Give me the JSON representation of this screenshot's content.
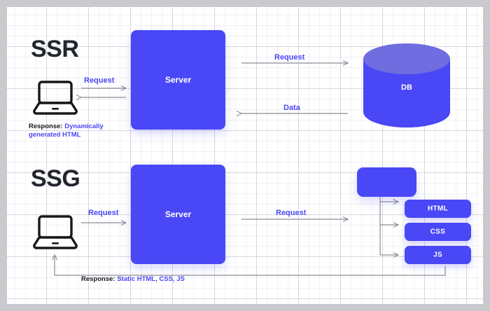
{
  "diagram": {
    "title_ssr": "SSR",
    "title_ssg": "SSG",
    "accent_color": "#4a47f6",
    "db_top_color": "#6f6ddf",
    "text_color": "#23262f",
    "arrow_color": "#8a8d99",
    "background": "#ffffff",
    "frame_color": "#c9cacd"
  },
  "ssr": {
    "heading": "SSR",
    "client_icon": "laptop-icon",
    "request_label": "Request",
    "response_prefix": "Response:",
    "response_value": "Dynamically generated HTML",
    "server_label": "Server",
    "db_request_label": "Request",
    "db_data_label": "Data",
    "db_label": "DB"
  },
  "ssg": {
    "heading": "SSG",
    "client_icon": "laptop-icon",
    "request_label": "Request",
    "server_label": "Server",
    "server_request_label": "Request",
    "build_box_label": "",
    "assets": [
      {
        "label": "HTML"
      },
      {
        "label": "CSS"
      },
      {
        "label": "JS"
      }
    ],
    "response_prefix": "Response:",
    "response_value": "Static HTML, CSS, JS"
  }
}
